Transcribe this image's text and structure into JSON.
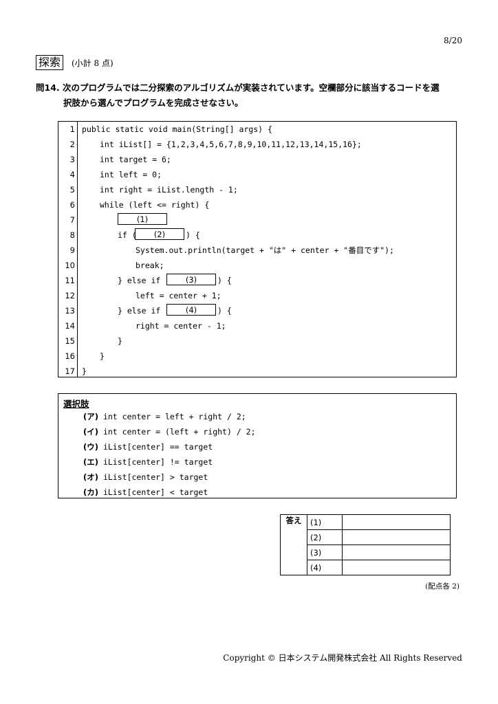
{
  "page_number": "8/20",
  "section": {
    "title": "探索",
    "subtotal": "(小計 8 点)"
  },
  "question": {
    "number": "問14.",
    "text_line1": "次のプログラムでは二分探索のアルゴリズムが実装されています。空欄部分に該当するコードを選",
    "text_line2": "択肢から選んでプログラムを完成させなさい。"
  },
  "code": {
    "lines": [
      {
        "num": "1",
        "indent": 0,
        "text": "public static void main(String[] args) {"
      },
      {
        "num": "2",
        "indent": 1,
        "text": "int iList[] = {1,2,3,4,5,6,7,8,9,10,11,12,13,14,15,16};"
      },
      {
        "num": "3",
        "indent": 1,
        "text": "int target = 6;"
      },
      {
        "num": "4",
        "indent": 1,
        "text": "int left = 0;"
      },
      {
        "num": "5",
        "indent": 1,
        "text": "int right = iList.length - 1;"
      },
      {
        "num": "6",
        "indent": 1,
        "text": "while (left <= right) {"
      },
      {
        "num": "7",
        "indent": 2,
        "text": ""
      },
      {
        "num": "8",
        "indent": 2,
        "text": "if ("
      },
      {
        "num": "9",
        "indent": 3,
        "text": "System.out.println(target + \"は\" + center + \"番目です\");"
      },
      {
        "num": "10",
        "indent": 3,
        "text": "break;"
      },
      {
        "num": "11",
        "indent": 2,
        "text": "} else if ("
      },
      {
        "num": "12",
        "indent": 3,
        "text": "left = center + 1;"
      },
      {
        "num": "13",
        "indent": 2,
        "text": "} else if ("
      },
      {
        "num": "14",
        "indent": 3,
        "text": "right = center - 1;"
      },
      {
        "num": "15",
        "indent": 2,
        "text": "}"
      },
      {
        "num": "16",
        "indent": 1,
        "text": "}"
      },
      {
        "num": "17",
        "indent": 0,
        "text": "}"
      }
    ],
    "line8_tail": ") {",
    "line11_tail": ") {",
    "line13_tail": ") {",
    "blanks": {
      "b1": "(1)",
      "b2": "(2)",
      "b3": "(3)",
      "b4": "(4)"
    }
  },
  "choices": {
    "title": "選択肢",
    "items": [
      {
        "label": "(ア)",
        "text": "int center = left + right / 2;"
      },
      {
        "label": "(イ)",
        "text": "int center = (left + right) / 2;"
      },
      {
        "label": "(ウ)",
        "text": "iList[center] == target"
      },
      {
        "label": "(エ)",
        "text": "iList[center] != target"
      },
      {
        "label": "(オ)",
        "text": "iList[center] > target"
      },
      {
        "label": "(カ)",
        "text": "iList[center] < target"
      }
    ]
  },
  "answer": {
    "label": "答え",
    "rows": [
      "(1)",
      "(2)",
      "(3)",
      "(4)"
    ],
    "points": "(配点各 2)"
  },
  "copyright": "Copyright © 日本システム開発株式会社 All Rights Reserved"
}
